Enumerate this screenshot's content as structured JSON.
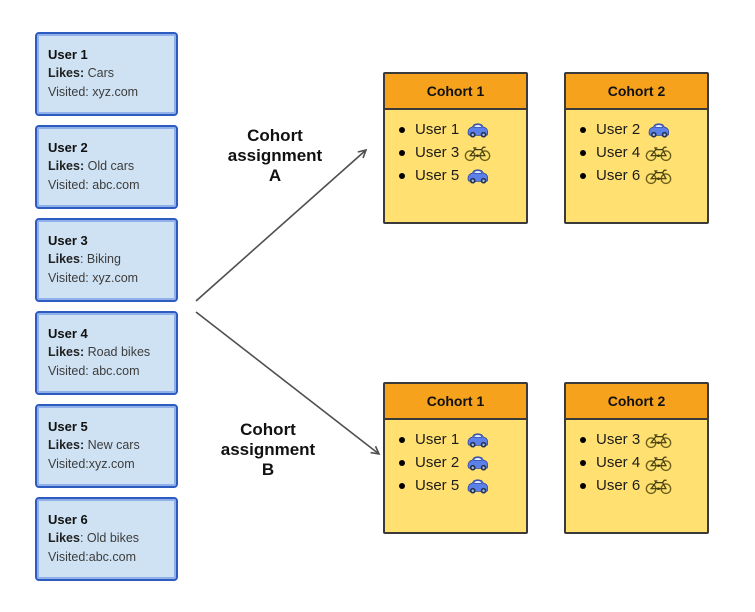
{
  "diagram": {
    "users": [
      {
        "title": "User 1",
        "likes_bold": "Likes:",
        "likes_rest": " Cars",
        "visited": "Visited: xyz.com"
      },
      {
        "title": "User 2",
        "likes_bold": "Likes:",
        "likes_rest": " Old cars",
        "visited": "Visited: abc.com"
      },
      {
        "title": "User 3",
        "likes_bold": "Likes",
        "likes_rest": ": Biking",
        "visited": "Visited: xyz.com"
      },
      {
        "title": "User 4",
        "likes_bold": "Likes:",
        "likes_rest": " Road bikes",
        "visited": "Visited: abc.com"
      },
      {
        "title": "User 5",
        "likes_bold": "Likes:",
        "likes_rest": " New cars",
        "visited": "Visited:xyz.com"
      },
      {
        "title": "User 6",
        "likes_bold": "Likes",
        "likes_rest": ": Old bikes",
        "visited": "Visited:abc.com"
      }
    ],
    "assignments": [
      {
        "line1": "Cohort",
        "line2": "assignment",
        "line3": "A"
      },
      {
        "line1": "Cohort",
        "line2": "assignment",
        "line3": "B"
      }
    ],
    "cohorts": [
      {
        "assignment": "A",
        "title": "Cohort 1",
        "members": [
          {
            "name": "User 1",
            "icon": "car"
          },
          {
            "name": "User 3",
            "icon": "bike"
          },
          {
            "name": "User 5",
            "icon": "car"
          }
        ]
      },
      {
        "assignment": "A",
        "title": "Cohort 2",
        "members": [
          {
            "name": "User 2",
            "icon": "car"
          },
          {
            "name": "User 4",
            "icon": "bike"
          },
          {
            "name": "User 6",
            "icon": "bike"
          }
        ]
      },
      {
        "assignment": "B",
        "title": "Cohort 1",
        "members": [
          {
            "name": "User 1",
            "icon": "car"
          },
          {
            "name": "User 2",
            "icon": "car"
          },
          {
            "name": "User 5",
            "icon": "car"
          }
        ]
      },
      {
        "assignment": "B",
        "title": "Cohort 2",
        "members": [
          {
            "name": "User 3",
            "icon": "bike"
          },
          {
            "name": "User 4",
            "icon": "bike"
          },
          {
            "name": "User 6",
            "icon": "bike"
          }
        ]
      }
    ],
    "colors": {
      "card_fill": "#cfe2f3",
      "card_border": "#2d5bbf",
      "card_border_inner": "#8fb0e8",
      "cohort_header_fill": "#f6a21d",
      "cohort_body_fill": "#ffe070",
      "cohort_border": "#3a3a3a",
      "arrow": "#4f4f4f"
    }
  }
}
